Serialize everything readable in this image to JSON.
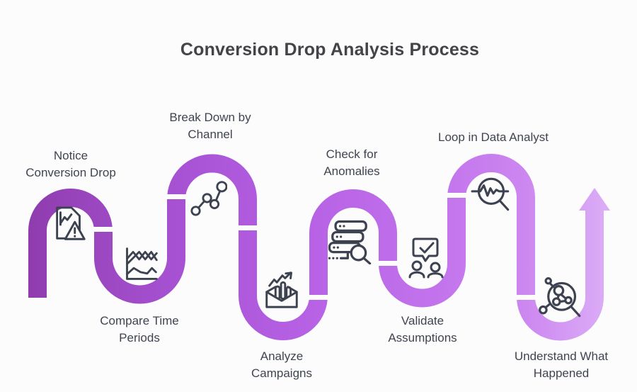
{
  "title": "Conversion Drop Analysis Process",
  "steps": [
    {
      "id": "notice-conversion-drop",
      "line1": "Notice",
      "line2": "Conversion Drop",
      "icon": "document-alert-icon",
      "label_position": "above"
    },
    {
      "id": "compare-time-periods",
      "line1": "Compare Time",
      "line2": "Periods",
      "icon": "line-chart-icon",
      "label_position": "below"
    },
    {
      "id": "break-down-by-channel",
      "line1": "Break Down by",
      "line2": "Channel",
      "icon": "connected-dots-icon",
      "label_position": "above"
    },
    {
      "id": "analyze-campaigns",
      "line1": "Analyze",
      "line2": "Campaigns",
      "icon": "envelope-bar-chart-icon",
      "label_position": "below"
    },
    {
      "id": "check-for-anomalies",
      "line1": "Check for",
      "line2": "Anomalies",
      "icon": "database-search-icon",
      "label_position": "above"
    },
    {
      "id": "validate-assumptions",
      "line1": "Validate",
      "line2": "Assumptions",
      "icon": "people-checkmark-icon",
      "label_position": "below"
    },
    {
      "id": "loop-in-data-analyst",
      "line1": "Loop in Data Analyst",
      "line2": "",
      "icon": "waveform-magnifier-icon",
      "label_position": "above"
    },
    {
      "id": "understand-what-happened",
      "line1": "Understand What",
      "line2": "Happened",
      "icon": "molecule-magnifier-icon",
      "label_position": "below"
    }
  ],
  "flow": {
    "shape": "serpentine-wave",
    "direction": "left-to-right",
    "segment_count": 8,
    "ends_with": "up-arrow"
  },
  "palette": {
    "background": "#fdfcfd",
    "path_gradient": [
      "#8f3cae",
      "#9c48c2",
      "#aa55d8",
      "#b863e6",
      "#c273ec",
      "#cc86f0",
      "#dcaef7"
    ],
    "icon_stroke": "#3d4251",
    "label_color": "#3f4450",
    "title_color": "#434348"
  }
}
